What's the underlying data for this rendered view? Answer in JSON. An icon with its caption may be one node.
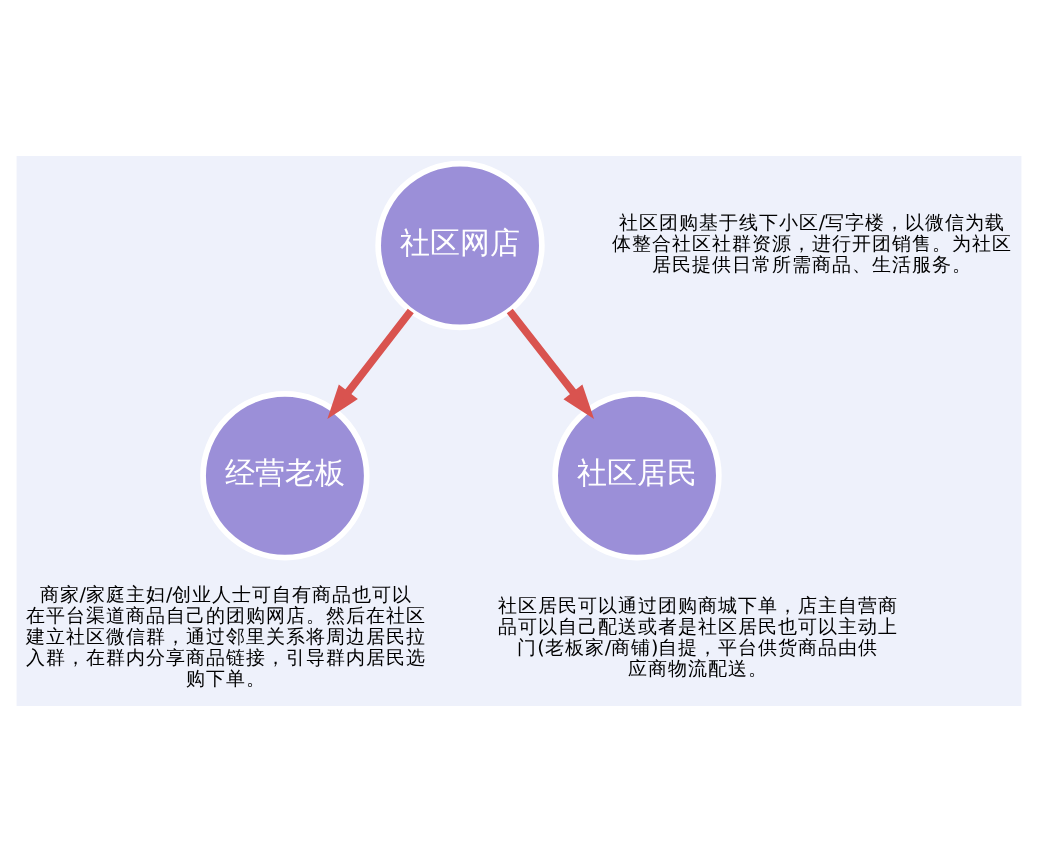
{
  "diagram": {
    "nodes": [
      {
        "text": [
          "社区网店"
        ],
        "beside": [
          "社区团购基于线下小区/写字楼，以微信为载体整合社区社群资源，进行开团销售。为社区居民提供日常所需商品、生活服务。"
        ]
      },
      {
        "text": [
          "经营老板"
        ],
        "beside": [
          "商家/家庭主妇/创业人士可自有商品也可以在平台渠道商品自己的团购网店。然后在社区建立社区微信群，通过邻里关系将周边居民拉入群，在群内分享商品链接，引导群内居民选购下单。"
        ]
      },
      {
        "text": [
          "社区居民"
        ],
        "beside": [
          "社区居民可以通过团购商城下单，店主自营商品可以自己配送或者是社区居民也可以主动上门(老板家/商铺)自提，平台供货商品由供应商物流配送。"
        ]
      }
    ],
    "edges": [
      {
        "from": 0,
        "to": 1,
        "arrow": "to"
      },
      {
        "from": 0,
        "to": 2,
        "arrow": "to"
      }
    ]
  }
}
